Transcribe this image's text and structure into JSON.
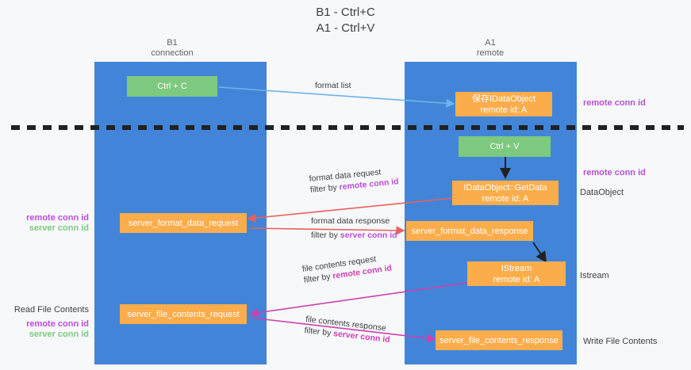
{
  "title": {
    "line1": "B1 - Ctrl+C",
    "line2": "A1 - Ctrl+V"
  },
  "lanes": [
    {
      "name": "B1",
      "subtitle": "connection"
    },
    {
      "name": "A1",
      "subtitle": "remote"
    }
  ],
  "boxes": {
    "ctrl_c": {
      "label": "Ctrl + C"
    },
    "ctrl_v": {
      "label": "Ctrl + V"
    },
    "save_dataobject": {
      "line1": "保存IDataObject",
      "line2": "remote id: A"
    },
    "getdata": {
      "line1": "IDataObject::GetData",
      "line2": "remote id: A"
    },
    "istream": {
      "line1": "IStream",
      "line2": "remote id: A"
    },
    "server_format_data_request": {
      "label": "server_format_data_request"
    },
    "server_format_data_response": {
      "label": "server_format_data_response"
    },
    "server_file_contents_request": {
      "label": "server_file_contents_request"
    },
    "server_file_contents_response": {
      "label": "server_file_contents_response"
    }
  },
  "edge_labels": {
    "format_list": "format list",
    "format_data_request": "format data request",
    "format_data_request_filter_prefix": "filter by ",
    "format_data_request_filter_key": "remote conn id",
    "format_data_response": "format data response",
    "format_data_response_filter_prefix": "filter by ",
    "format_data_response_filter_key": "server conn id",
    "file_contents_request": "file contents request",
    "file_contents_request_filter_prefix": "filter by ",
    "file_contents_request_filter_key": "remote conn id",
    "file_contents_response": "file contents response",
    "file_contents_response_filter_prefix": "filter by ",
    "file_contents_response_filter_key": "server conn id"
  },
  "right_notes": {
    "remote_conn_id_top": "remote conn id",
    "remote_conn_id_mid": "remote conn id",
    "dataobject": "DataObject",
    "istream": "Istream",
    "write_file_contents": "Write File Contents"
  },
  "left_notes": {
    "remote_conn_id_1": "remote conn id",
    "server_conn_id_1": "server conn id",
    "read_file_contents": "Read File Contents",
    "remote_conn_id_2": "remote conn id",
    "server_conn_id_2": "server conn id"
  },
  "colors": {
    "lane": "#4285d8",
    "green_box": "#7dc97f",
    "orange_box": "#fbad4b",
    "purple_key": "#b84fd6",
    "green_key": "#7dc97f",
    "format_list_arrow": "#6fb3e8",
    "format_data_arrow": "#e8615c",
    "file_contents_arrow": "#cf3fb0",
    "black_arrow": "#202124",
    "divider": "#202124",
    "background": "#f7f8fa"
  }
}
